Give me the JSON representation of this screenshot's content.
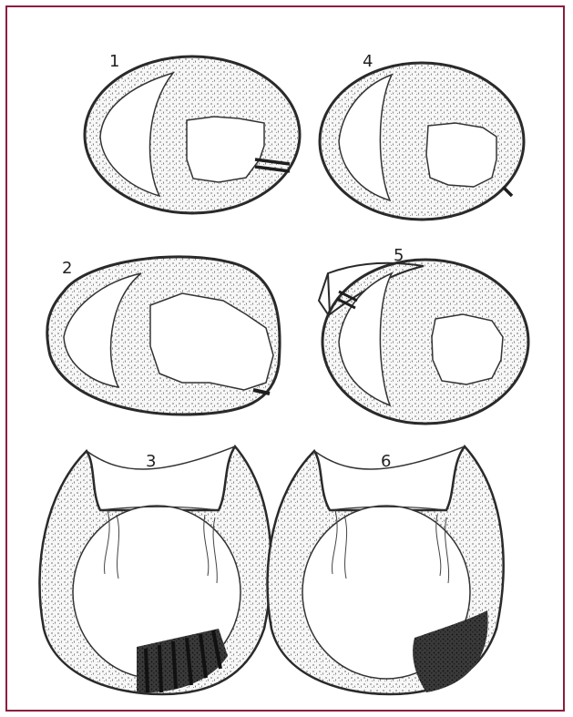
{
  "figure": {
    "labels": [
      "1",
      "2",
      "3",
      "4",
      "5",
      "6"
    ],
    "colors": {
      "frame": "#8b1e3f",
      "ink": "#2a2a2a",
      "stipple": "#555555",
      "lesion": "#1e1e1e"
    }
  }
}
